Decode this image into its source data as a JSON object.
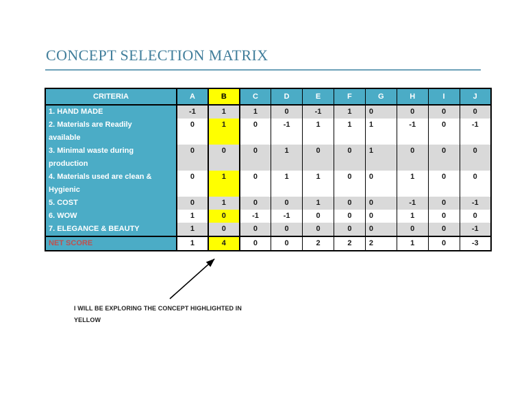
{
  "page": {
    "title": "CONCEPT SELECTION MATRIX"
  },
  "table": {
    "header": {
      "criteria_label": "CRITERIA",
      "columns": [
        "A",
        "B",
        "C",
        "D",
        "E",
        "F",
        "G",
        "H",
        "I",
        "J"
      ]
    },
    "highlight_index": 1,
    "left_aligned_index": 6,
    "rows": [
      {
        "label": "1. HAND MADE",
        "values": [
          "-1",
          "1",
          "1",
          "0",
          "-1",
          "1",
          "0",
          "0",
          "0",
          "0"
        ],
        "shaded": true
      },
      {
        "label": "2. Materials are Readily available",
        "values": [
          "0",
          "1",
          "0",
          "-1",
          "1",
          "1",
          "1",
          "-1",
          "0",
          "-1"
        ],
        "shaded": false
      },
      {
        "label": "3. Minimal waste during production",
        "values": [
          "0",
          "0",
          "0",
          "1",
          "0",
          "0",
          "1",
          "0",
          "0",
          "0"
        ],
        "shaded": true
      },
      {
        "label": "4. Materials used are clean & Hygienic",
        "values": [
          "0",
          "1",
          "0",
          "1",
          "1",
          "0",
          "0",
          "1",
          "0",
          "0"
        ],
        "shaded": false
      },
      {
        "label": "5. COST",
        "values": [
          "0",
          "1",
          "0",
          "0",
          "1",
          "0",
          "0",
          "-1",
          "0",
          "-1"
        ],
        "shaded": true
      },
      {
        "label": "6. WOW",
        "values": [
          "1",
          "0",
          "-1",
          "-1",
          "0",
          "0",
          "0",
          "1",
          "0",
          "0"
        ],
        "shaded": false
      },
      {
        "label": "7. ELEGANCE & BEAUTY",
        "values": [
          "1",
          "0",
          "0",
          "0",
          "0",
          "0",
          "0",
          "0",
          "0",
          "-1"
        ],
        "shaded": true
      }
    ],
    "net_score": {
      "label": "NET SCORE",
      "values": [
        "1",
        "4",
        "0",
        "0",
        "2",
        "2",
        "2",
        "1",
        "0",
        "-3"
      ]
    }
  },
  "annotation": {
    "text": "I WILL BE EXPLORING THE CONCEPT HIGHLIGHTED IN YELLOW"
  },
  "colors": {
    "header_fill": "#4BACC6",
    "highlight_fill": "#FFFF00",
    "shaded_fill": "#D9D9D9",
    "net_label_text": "#C0504D",
    "title_text": "#417E9B",
    "title_rule": "#6CA0B8",
    "arrow": "#000000"
  }
}
